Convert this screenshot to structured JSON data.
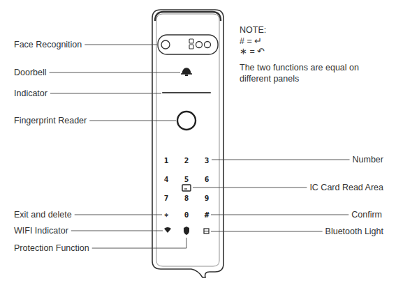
{
  "diagram": {
    "labels": [
      "NOTE:",
      "# = ↵",
      "∗ = ↶",
      "The two functions are equal on different panels",
      "Face Recognition",
      "Doorbell",
      "Indicator",
      "Fingerprint Reader",
      "Number",
      "IC Card Read Area",
      "Exit and delete",
      "Confirm",
      "WIFI Indicator",
      "Bluetooth Light",
      "Protection Function",
      "1",
      "2",
      "3",
      "4",
      "5",
      "6",
      "7",
      "8",
      "9",
      "∗",
      "0",
      "#"
    ]
  }
}
